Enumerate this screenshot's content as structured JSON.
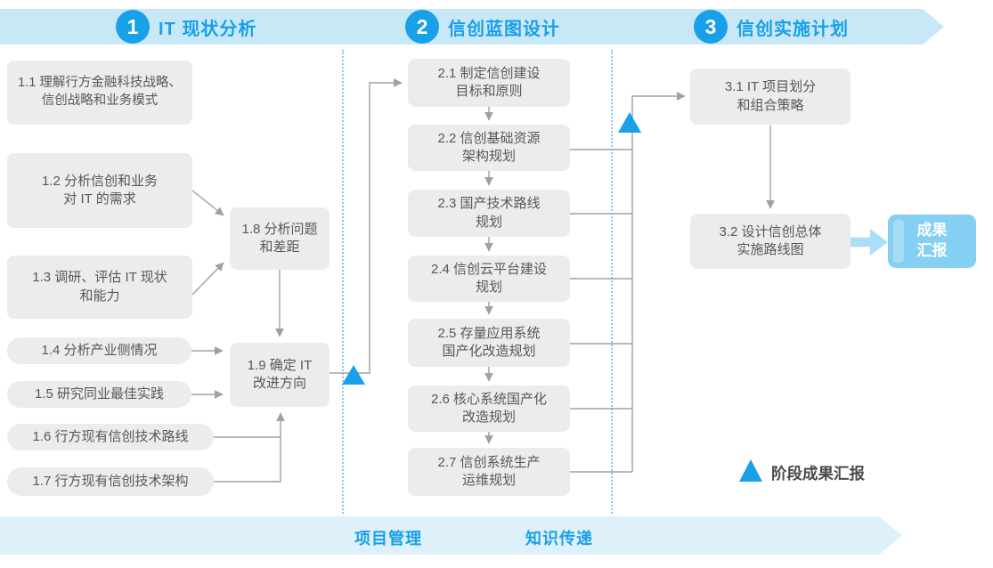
{
  "phases": [
    {
      "number": "1",
      "title": "IT 现状分析"
    },
    {
      "number": "2",
      "title": "信创蓝图设计"
    },
    {
      "number": "3",
      "title": "信创实施计划"
    }
  ],
  "boxes": {
    "b11": {
      "line1": "1.1 理解行方金融科技战略、",
      "line2": "信创战略和业务模式"
    },
    "b12": {
      "line1": "1.2 分析信创和业务",
      "line2": "对 IT 的需求"
    },
    "b13": {
      "line1": "1.3 调研、评估 IT 现状",
      "line2": "和能力"
    },
    "b14": {
      "line1": "1.4 分析产业侧情况"
    },
    "b15": {
      "line1": "1.5 研究同业最佳实践"
    },
    "b16": {
      "line1": "1.6 行方现有信创技术路线"
    },
    "b17": {
      "line1": "1.7 行方现有信创技术架构"
    },
    "b18": {
      "line1": "1.8 分析问题",
      "line2": "和差距"
    },
    "b19": {
      "line1": "1.9 确定 IT",
      "line2": "改进方向"
    },
    "b21": {
      "line1": "2.1 制定信创建设",
      "line2": "目标和原则"
    },
    "b22": {
      "line1": "2.2 信创基础资源",
      "line2": "架构规划"
    },
    "b23": {
      "line1": "2.3 国产技术路线",
      "line2": "规划"
    },
    "b24": {
      "line1": "2.4 信创云平台建设",
      "line2": "规划"
    },
    "b25": {
      "line1": "2.5 存量应用系统",
      "line2": "国产化改造规划"
    },
    "b26": {
      "line1": "2.6 核心系统国产化",
      "line2": "改造规划"
    },
    "b27": {
      "line1": "2.7 信创系统生产",
      "line2": "运维规划"
    },
    "b31": {
      "line1": "3.1 IT 项目划分",
      "line2": "和组合策略"
    },
    "b32": {
      "line1": "3.2 设计信创总体",
      "line2": "实施路线图"
    }
  },
  "result_box": {
    "line1": "成果",
    "line2": "汇报"
  },
  "legend": {
    "label": "阶段成果汇报"
  },
  "footer": {
    "left_label": "项目管理",
    "right_label": "知识传递"
  },
  "colors": {
    "accent_blue": "#18A0E8",
    "banner_fill": "#C9E8F7",
    "footer_fill": "#DEF1FB",
    "box_fill": "#ECECEC",
    "box_text": "#595757",
    "result_fill": "#85CFF2",
    "block_arrow_fill": "#ABDFF7",
    "connector_gray": "#9FA0A0",
    "dash_separator": "#7FCBEF"
  }
}
